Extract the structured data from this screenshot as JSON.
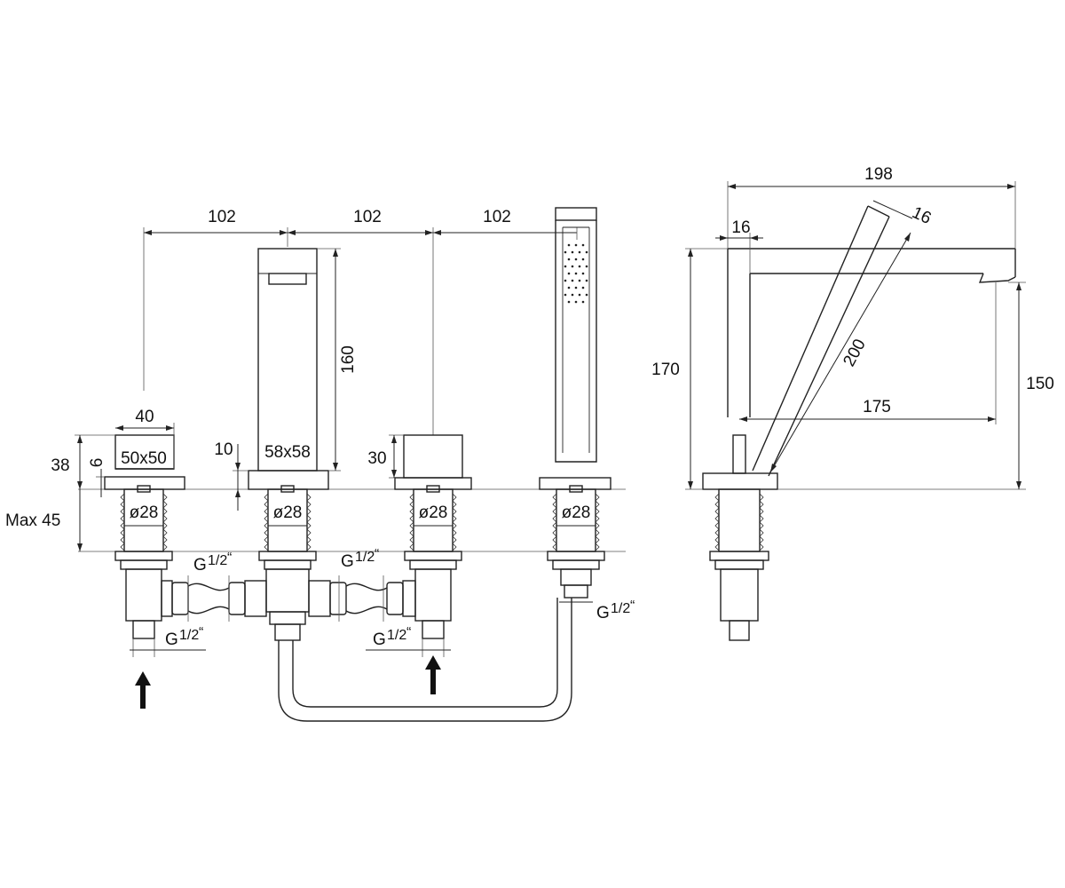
{
  "dims": {
    "spacing_1": "102",
    "spacing_2": "102",
    "spacing_3": "102",
    "handle_width": "40",
    "deck_height": "38",
    "plate_thick": "6",
    "plate_size_handle": "50x50",
    "plate_size_spout": "58x58",
    "spout_height": "160",
    "gap_10": "10",
    "knob_height": "30",
    "max_deck": "Max 45",
    "bore_1": "ø28",
    "bore_2": "ø28",
    "bore_3": "ø28",
    "bore_4": "ø28",
    "thread_1": "G",
    "thread_2": "G",
    "thread_3": "G",
    "thread_4": "G",
    "thread_5": "G",
    "thread_frac": "1/2",
    "thread_quote": "“",
    "side_total_length": "198",
    "side_post_width": "16",
    "side_arm_width": "16",
    "side_arm_length": "200",
    "side_height": "170",
    "side_outlet_height": "150",
    "side_reach": "175"
  },
  "colors": {
    "line": "#222222",
    "background": "#ffffff"
  },
  "icons": {
    "inlet_arrow_left": "arrow-up-icon",
    "inlet_arrow_right": "arrow-up-icon",
    "hand_shower": "shower-head-icon"
  }
}
